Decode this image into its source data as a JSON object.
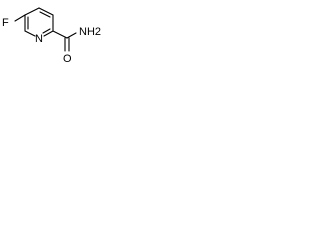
{
  "molecule": {
    "atoms": {
      "fluorine": "F",
      "ring_nitrogen": "N",
      "oxygen": "O",
      "amide_group": "NH2",
      "amide_nitrogen": "NH",
      "amide_subscript": "2"
    },
    "colors": {
      "line": "#000000",
      "text": "#000000",
      "background": "#ffffff"
    }
  }
}
